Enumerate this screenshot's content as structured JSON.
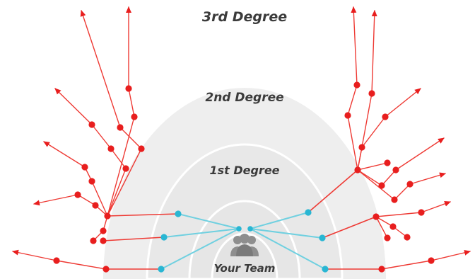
{
  "labels": {
    "third": "3rd Degree",
    "second": "2nd Degree",
    "first": "1st Degree",
    "center": "Your Team"
  },
  "colors": {
    "background": "#ffffff",
    "ring_outer": "#eeeeee",
    "ring_inner": "#e6e6e6",
    "ring_line": "#ffffff",
    "blue_line": "#6fd0e0",
    "blue_node": "#29b6d3",
    "red_line": "#ee3a34",
    "red_node": "#e81e1e",
    "label": "#3b3b3b",
    "avatar": "#8e8e8e"
  },
  "icons": [
    "team-icon",
    "arrow-head-icon"
  ]
}
